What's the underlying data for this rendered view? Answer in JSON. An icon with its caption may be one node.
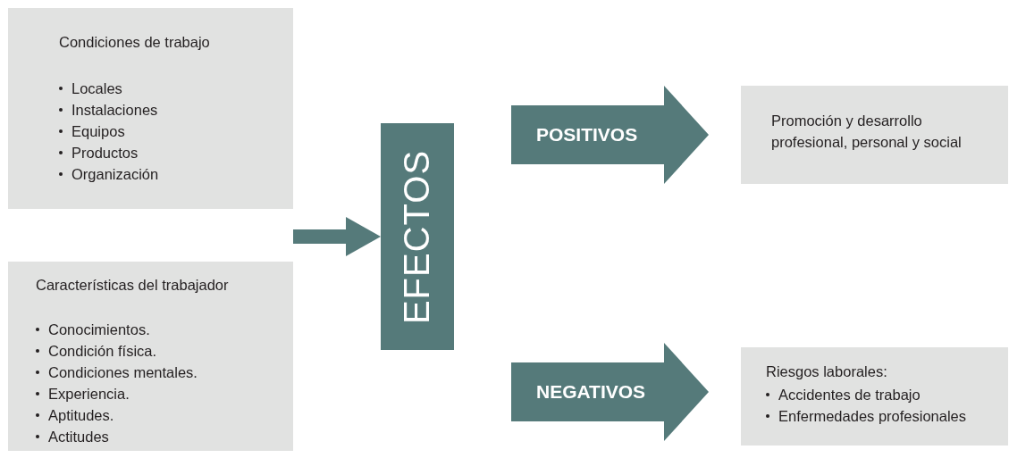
{
  "diagram": {
    "nodes": [
      {
        "text": [
          "Condiciones de trabajo",
          "Locales",
          "Instalaciones",
          "Equipos",
          "Productos",
          "Organización"
        ]
      },
      {
        "text": [
          "Características del trabajador",
          "Conocimientos.",
          "Condición física.",
          "Condiciones mentales.",
          "Experiencia.",
          "Aptitudes.",
          "Actitudes"
        ]
      },
      {
        "text": [
          "EFECTOS"
        ]
      },
      {
        "text": [
          "POSITIVOS"
        ]
      },
      {
        "text": [
          "Promoción y desarrollo profesional, personal y social"
        ]
      },
      {
        "text": [
          "NEGATIVOS"
        ]
      },
      {
        "text": [
          "Riesgos laborales:",
          "Accidentes de trabajo",
          "Enfermedades profesionales"
        ]
      }
    ],
    "edges": [
      {
        "from": null,
        "to": 2,
        "arrow": "to"
      }
    ]
  }
}
